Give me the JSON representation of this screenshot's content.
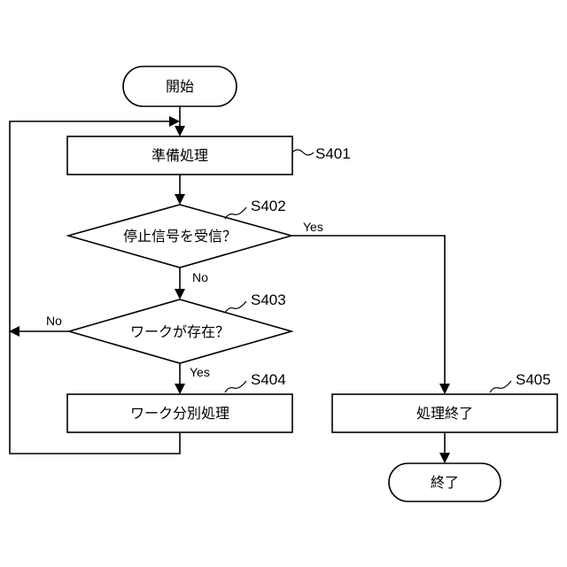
{
  "diagram": {
    "nodes": {
      "start": "開始",
      "prepare": "準備処理",
      "stop_signal": "停止信号を受信？",
      "work_exists": "ワークが存在？",
      "sort": "ワーク分別処理",
      "finish_process": "処理終了",
      "end": "終了"
    },
    "step_ids": {
      "prepare": "S401",
      "stop_signal": "S402",
      "work_exists": "S403",
      "sort": "S404",
      "finish_process": "S405"
    },
    "edge_labels": {
      "stop_yes": "Yes",
      "stop_no": "No",
      "work_no": "No",
      "work_yes": "Yes"
    }
  }
}
